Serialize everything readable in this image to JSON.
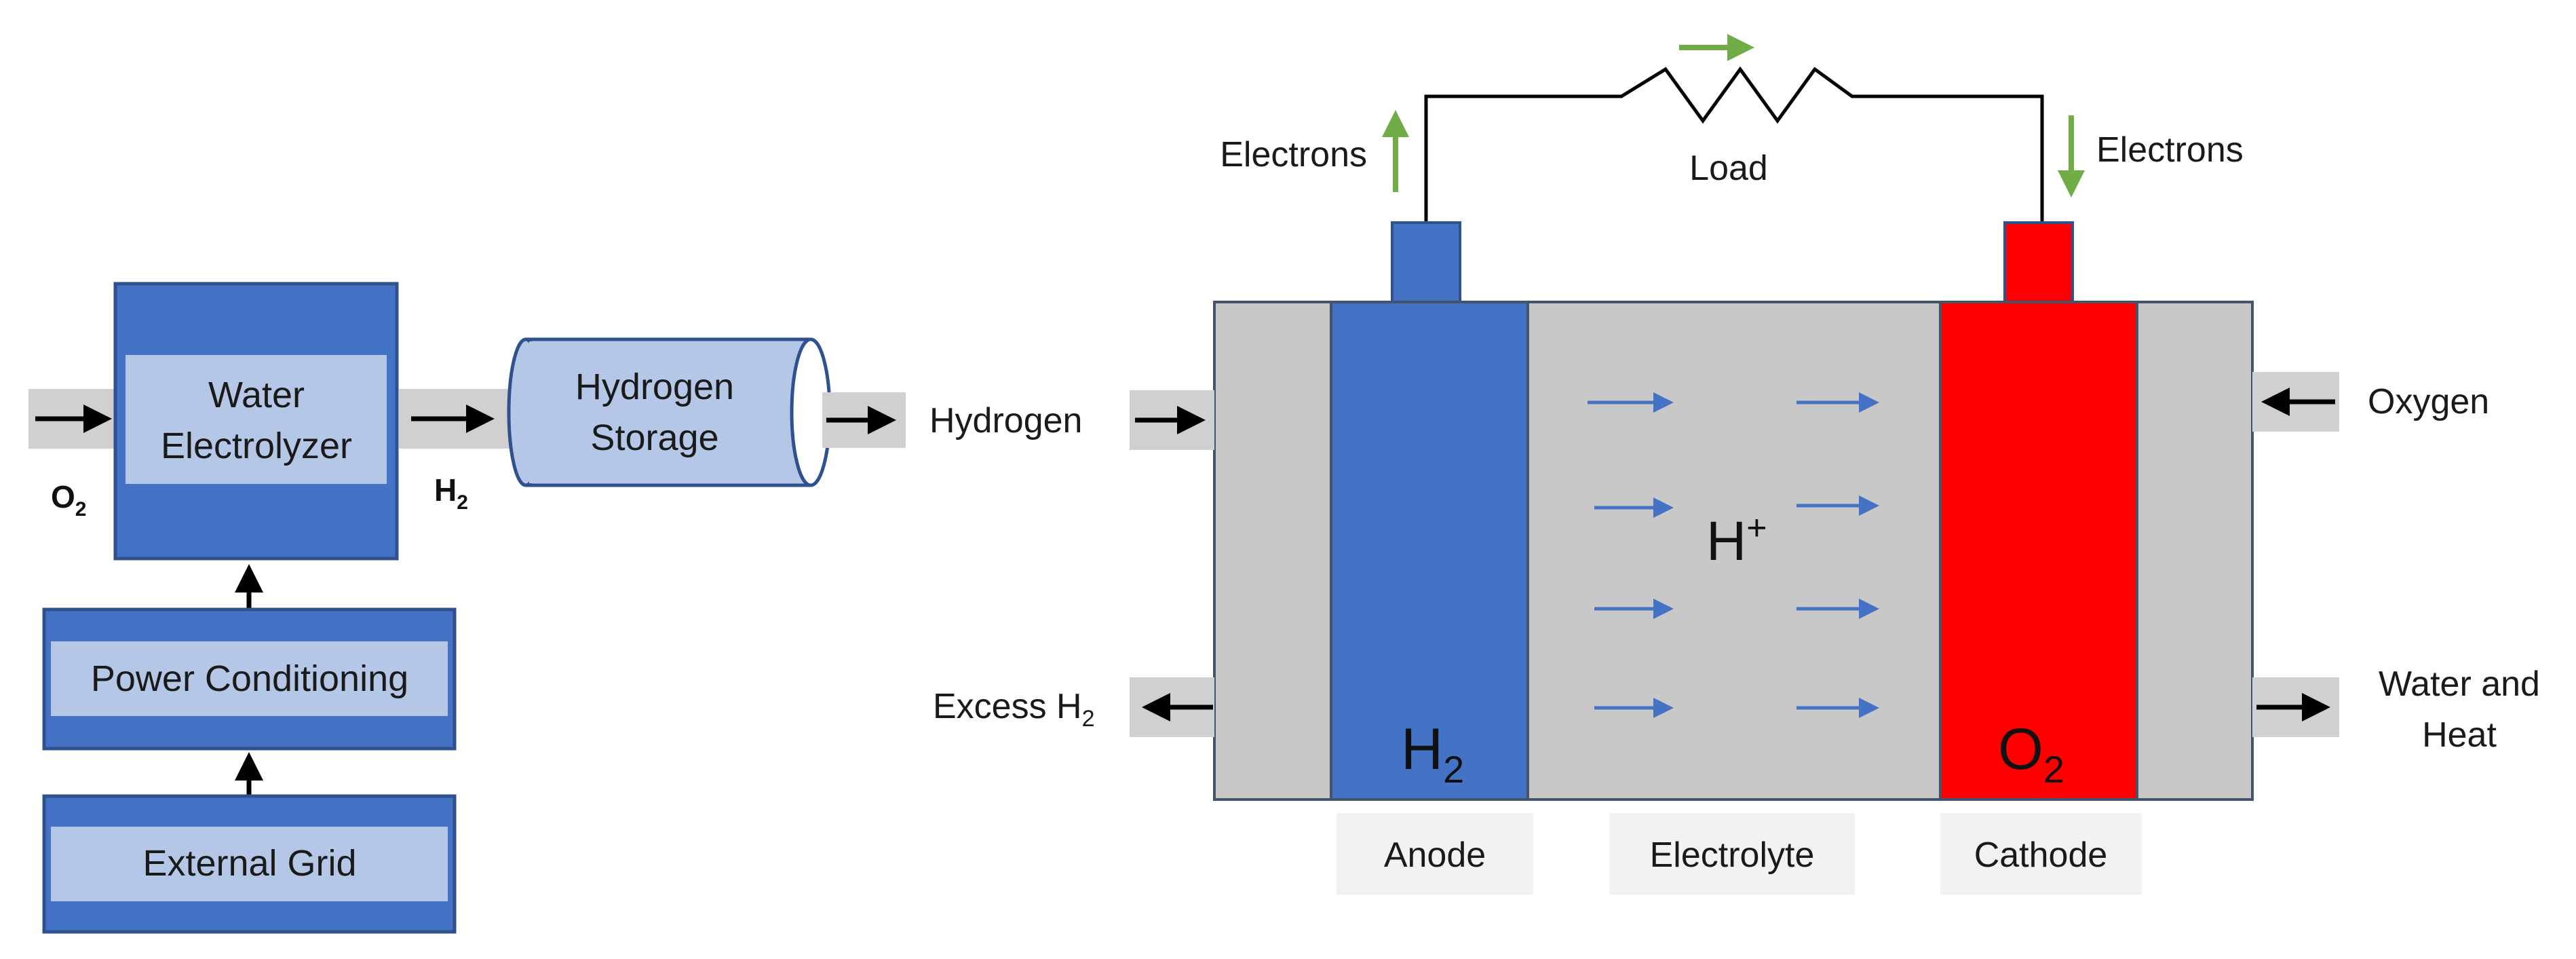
{
  "system": {
    "water_electrolyzer": {
      "line1": "Water",
      "line2": "Electrolyzer"
    },
    "hydrogen_storage": {
      "line1": "Hydrogen",
      "line2": "Storage"
    },
    "power_conditioning": "Power Conditioning",
    "external_grid": "External Grid",
    "o2_label": {
      "base": "O",
      "sub": "2"
    },
    "h2_label": {
      "base": "H",
      "sub": "2"
    }
  },
  "fuel_cell": {
    "electrons_left": "Electrons",
    "electrons_right": "Electrons",
    "load": "Load",
    "hydrogen_in": "Hydrogen",
    "excess_h2": {
      "base": "Excess H",
      "sub": "2"
    },
    "oxygen_in": "Oxygen",
    "water_heat": {
      "line1": "Water and",
      "line2": "Heat"
    },
    "anode_gas": {
      "base": "H",
      "sub": "2"
    },
    "cathode_gas": {
      "base": "O",
      "sub": "2"
    },
    "ion": {
      "base": "H",
      "sup": "+"
    },
    "anode_label": "Anode",
    "electrolyte_label": "Electrolyte",
    "cathode_label": "Cathode"
  },
  "colors": {
    "blue_box": "#4472c4",
    "light_blue": "#b4c7e7",
    "gray": "#c8c8c8",
    "cathode_red": "#ff0000",
    "green_arrow": "#70ad47",
    "ion_arrow": "#4472c4"
  }
}
